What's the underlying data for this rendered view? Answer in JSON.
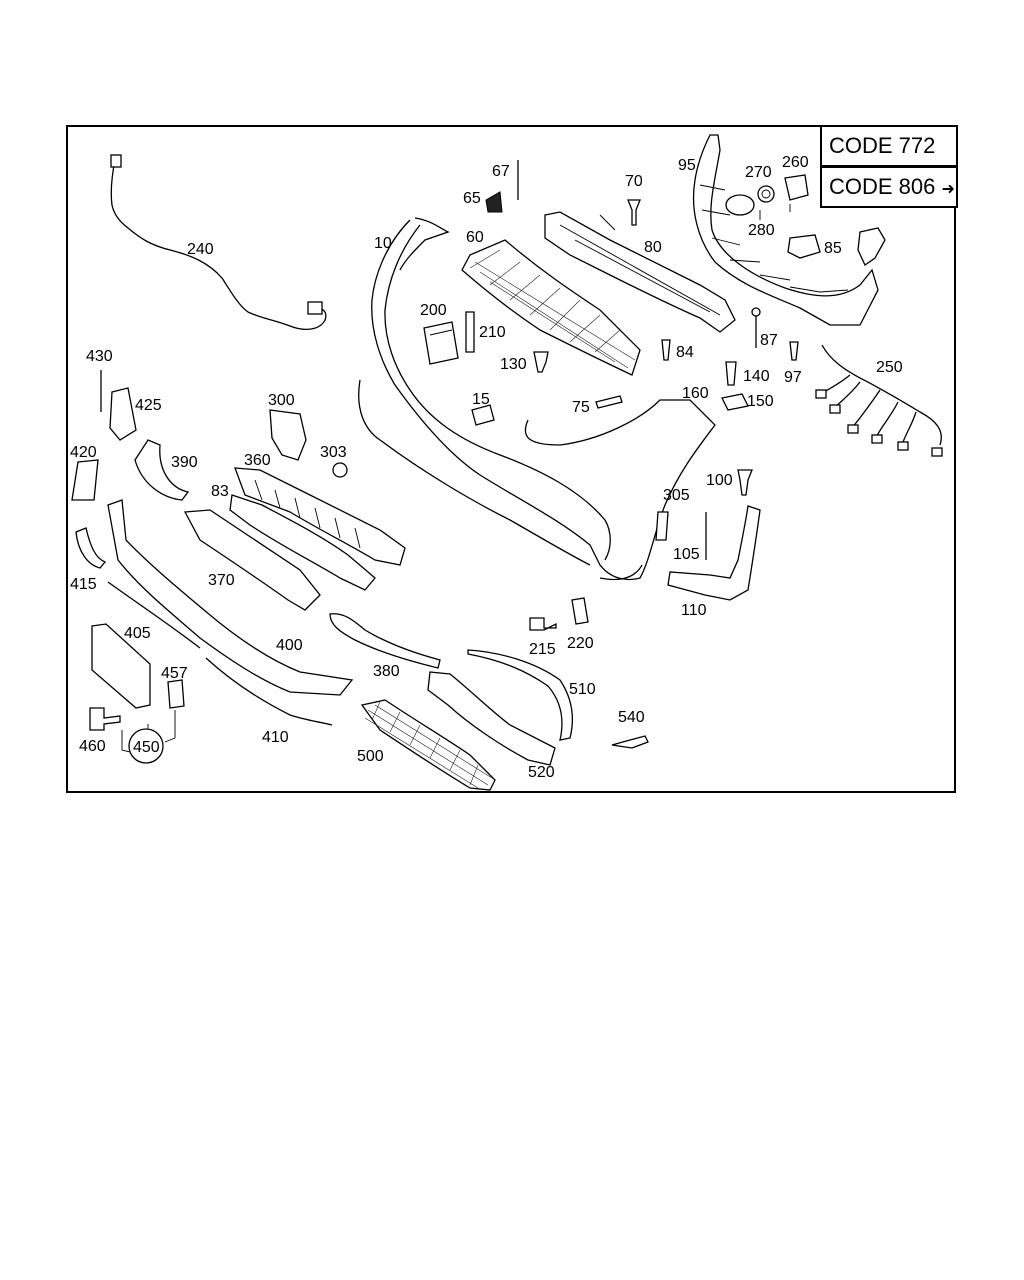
{
  "code_boxes": [
    {
      "label": "CODE 772"
    },
    {
      "label": "CODE 806",
      "arrow": "➜"
    }
  ],
  "callouts": [
    "240",
    "10",
    "67",
    "65",
    "60",
    "70",
    "95",
    "270",
    "260",
    "80",
    "280",
    "85",
    "200",
    "210",
    "130",
    "84",
    "87",
    "250",
    "430",
    "425",
    "15",
    "75",
    "160",
    "140",
    "97",
    "150",
    "300",
    "303",
    "420",
    "390",
    "360",
    "83",
    "100",
    "305",
    "415",
    "370",
    "105",
    "110",
    "405",
    "400",
    "215",
    "220",
    "457",
    "380",
    "510",
    "460",
    "450",
    "410",
    "540",
    "500",
    "520"
  ]
}
